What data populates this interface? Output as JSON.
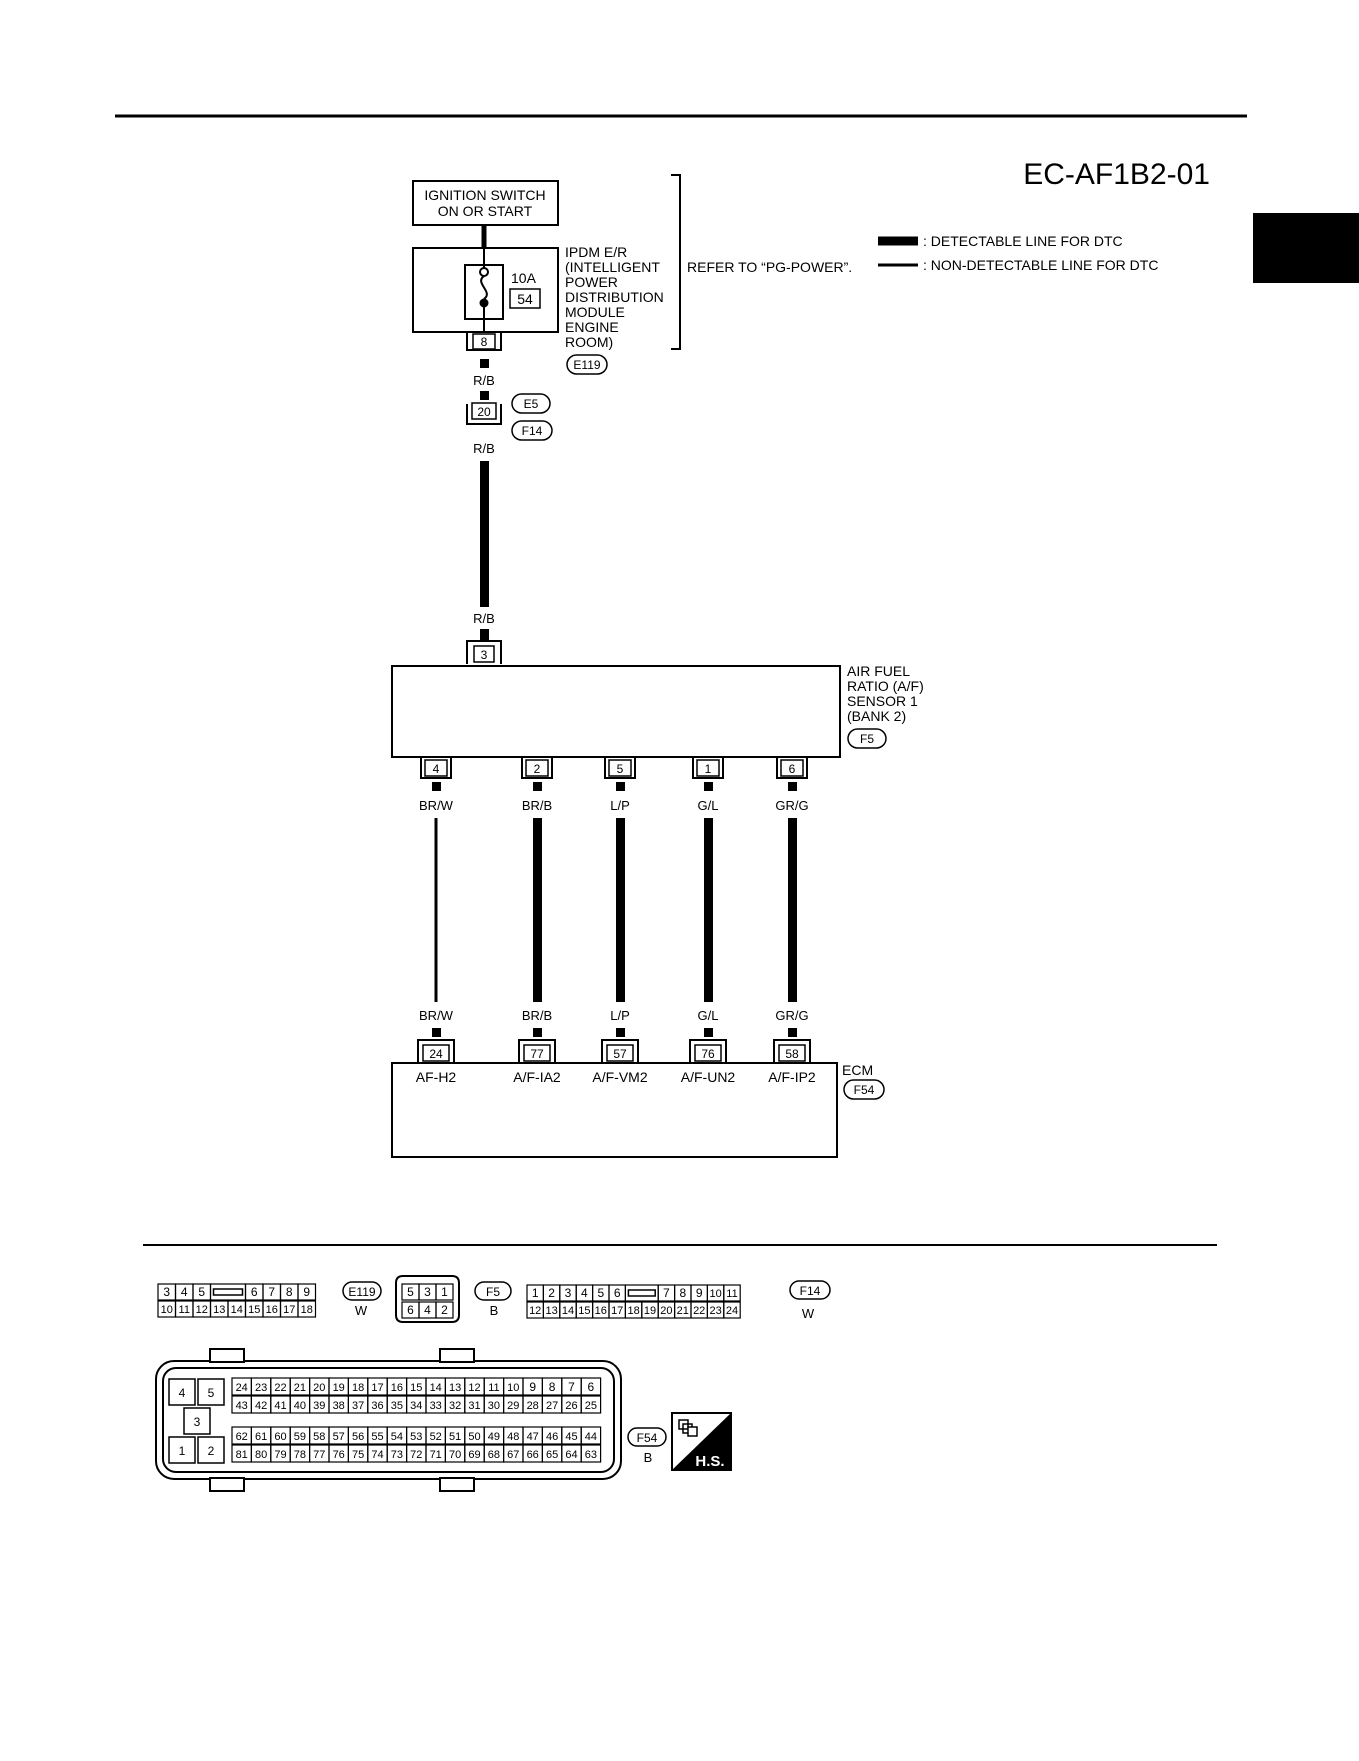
{
  "doc_code": "EC-AF1B2-01",
  "legend": {
    "detectable": ": DETECTABLE LINE FOR DTC",
    "non_detectable": ": NON-DETECTABLE LINE FOR DTC"
  },
  "ignition_switch": [
    "IGNITION SWITCH",
    "ON OR START"
  ],
  "ipdm": {
    "lines": [
      "IPDM E/R",
      "(INTELLIGENT",
      "POWER",
      "DISTRIBUTION",
      "MODULE",
      "ENGINE",
      "ROOM)"
    ],
    "fuse_amp": "10A",
    "fuse_no": "54",
    "pin": "8",
    "connector": "E119"
  },
  "refer_note": "REFER TO “PG-POWER”.",
  "wire_rb": "R/B",
  "joint": {
    "pin": "20",
    "conn_top": "E5",
    "conn_bottom": "F14"
  },
  "af_sensor": {
    "lines": [
      "AIR FUEL",
      "RATIO (A/F)",
      "SENSOR 1",
      "(BANK 2)"
    ],
    "connector": "F5",
    "top_pin": "3",
    "bottom_pins": [
      "4",
      "2",
      "5",
      "1",
      "6"
    ]
  },
  "wires": [
    "BR/W",
    "BR/B",
    "L/P",
    "G/L",
    "GR/G"
  ],
  "ecm": {
    "label": "ECM",
    "connector": "F54",
    "pins": [
      "24",
      "77",
      "57",
      "76",
      "58"
    ],
    "signals": [
      "AF-H2",
      "A/F-IA2",
      "A/F-VM2",
      "A/F-UN2",
      "A/F-IP2"
    ]
  },
  "connector_views": {
    "e119": {
      "name": "E119",
      "color": "W",
      "row1": [
        "3",
        "4",
        "5",
        "",
        "6",
        "7",
        "8",
        "9"
      ],
      "row2": [
        "10",
        "11",
        "12",
        "13",
        "14",
        "15",
        "16",
        "17",
        "18"
      ]
    },
    "f5": {
      "name": "F5",
      "color": "B",
      "row1": [
        "5",
        "3",
        "1"
      ],
      "row2": [
        "6",
        "4",
        "2"
      ]
    },
    "f14": {
      "name": "F14",
      "color": "W",
      "row1": [
        "1",
        "2",
        "3",
        "4",
        "5",
        "6",
        "",
        "7",
        "8",
        "9",
        "10",
        "11"
      ],
      "row2": [
        "12",
        "13",
        "14",
        "15",
        "16",
        "17",
        "18",
        "19",
        "20",
        "21",
        "22",
        "23",
        "24"
      ]
    },
    "f54": {
      "name": "F54",
      "color": "B",
      "left_pins": [
        "4",
        "5",
        "3",
        "1",
        "2"
      ],
      "row1": [
        "24",
        "23",
        "22",
        "21",
        "20",
        "19",
        "18",
        "17",
        "16",
        "15",
        "14",
        "13",
        "12",
        "11",
        "10",
        "9",
        "8",
        "7",
        "6"
      ],
      "row2": [
        "43",
        "42",
        "41",
        "40",
        "39",
        "38",
        "37",
        "36",
        "35",
        "34",
        "33",
        "32",
        "31",
        "30",
        "29",
        "28",
        "27",
        "26",
        "25"
      ],
      "row3": [
        "62",
        "61",
        "60",
        "59",
        "58",
        "57",
        "56",
        "55",
        "54",
        "53",
        "52",
        "51",
        "50",
        "49",
        "48",
        "47",
        "46",
        "45",
        "44"
      ],
      "row4": [
        "81",
        "80",
        "79",
        "78",
        "77",
        "76",
        "75",
        "74",
        "73",
        "72",
        "71",
        "70",
        "69",
        "68",
        "67",
        "66",
        "65",
        "64",
        "63"
      ]
    }
  },
  "hs_badge": "H.S."
}
